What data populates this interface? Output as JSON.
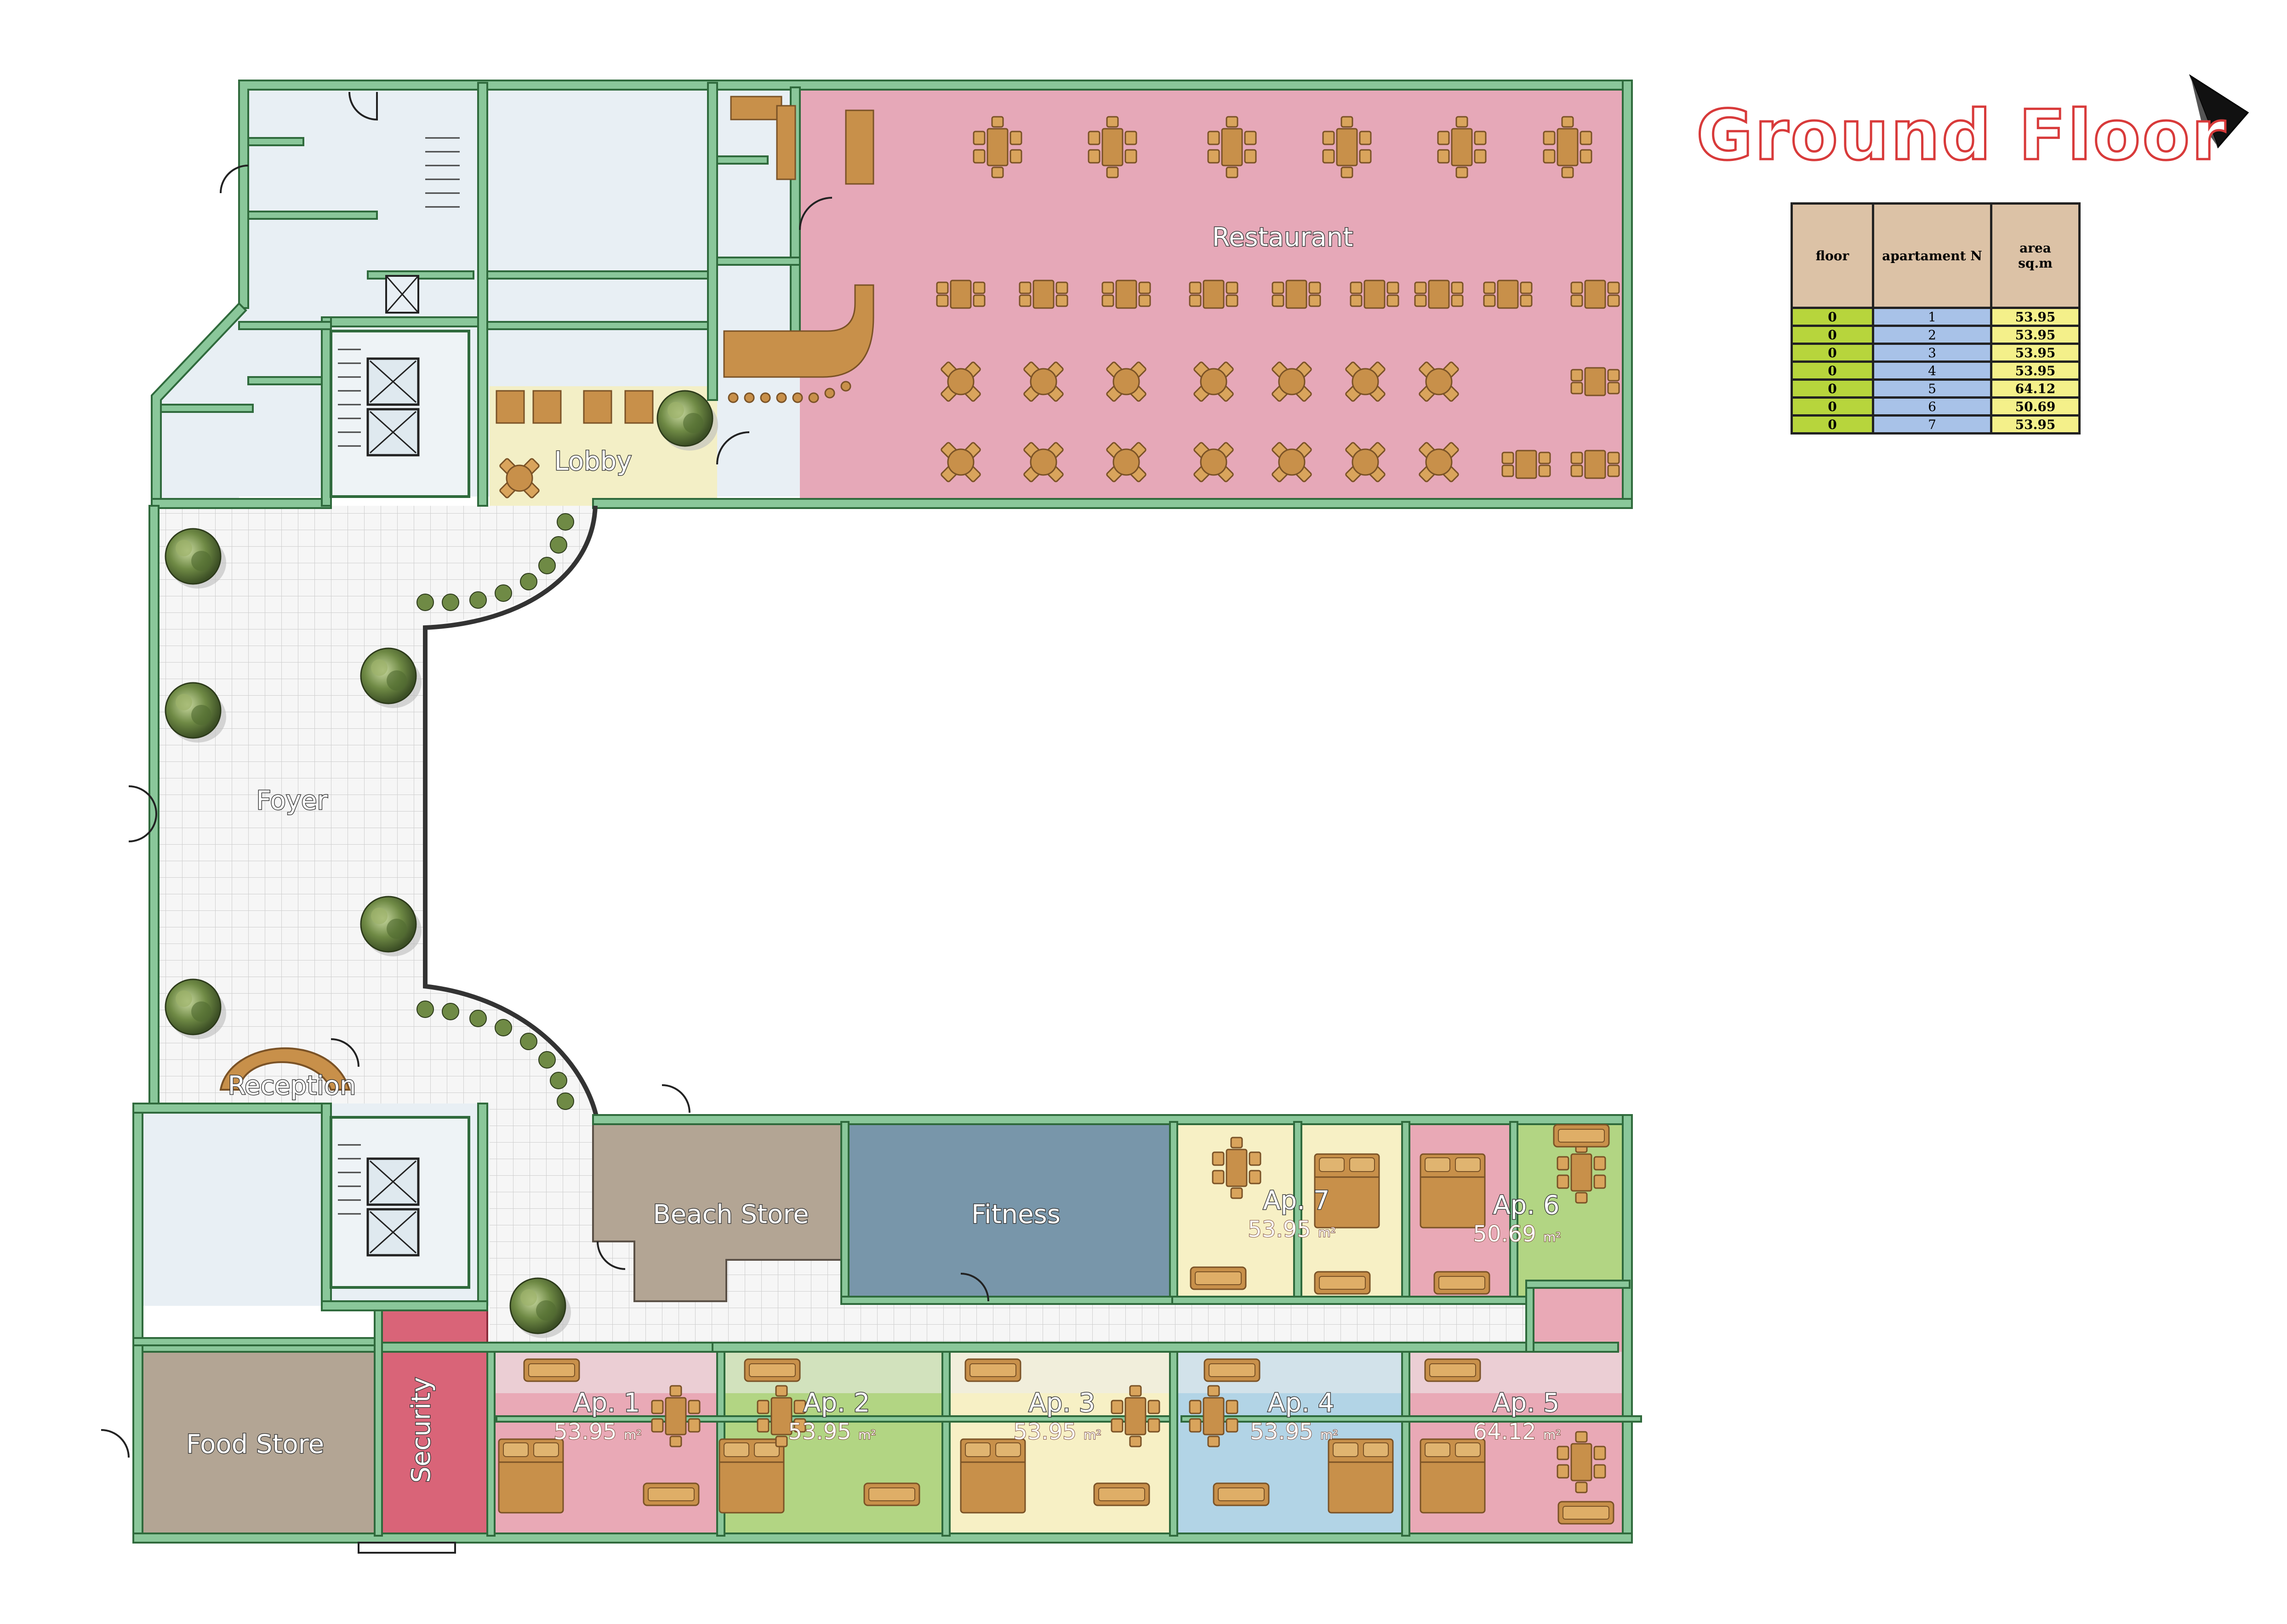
{
  "title": "Ground Floor",
  "colors": {
    "wall": "#8ac79a",
    "service": "#e8eff4",
    "restaurant": "#e6a8b8",
    "lobby": "#f3efc6",
    "courtyard_tile": "#f4f4f4",
    "beach_store": "#b3a594",
    "fitness": "#7896aa",
    "food_store": "#b3a594",
    "security": "#d96478",
    "apt_pink": "#e9a9b6",
    "apt_green": "#b2d583",
    "apt_yellow": "#f7f0c5",
    "apt_blue": "#b2d4e6",
    "furniture": "#c8904a",
    "title_outline": "#d83a3a"
  },
  "rooms": {
    "restaurant": "Restaurant",
    "lobby": "Lobby",
    "foyer": "Foyer",
    "reception": "Reception",
    "beach_store": "Beach Store",
    "fitness": "Fitness",
    "food_store": "Food Store",
    "security": "Security"
  },
  "apartments": [
    {
      "label": "Ap. 1",
      "area": "53.95",
      "unit": "m²"
    },
    {
      "label": "Ap. 2",
      "area": "53.95",
      "unit": "m²"
    },
    {
      "label": "Ap. 3",
      "area": "53.95",
      "unit": "m²"
    },
    {
      "label": "Ap. 4",
      "area": "53.95",
      "unit": "m²"
    },
    {
      "label": "Ap. 5",
      "area": "64.12",
      "unit": "m²"
    },
    {
      "label": "Ap. 6",
      "area": "50.69",
      "unit": "m²"
    },
    {
      "label": "Ap. 7",
      "area": "53.95",
      "unit": "m²"
    }
  ],
  "table": {
    "headers": {
      "floor": "floor",
      "apartment": "apartament N",
      "area_line1": "area",
      "area_line2": "sq.m"
    },
    "rows": [
      {
        "floor": "0",
        "apartment": "1",
        "area": "53.95"
      },
      {
        "floor": "0",
        "apartment": "2",
        "area": "53.95"
      },
      {
        "floor": "0",
        "apartment": "3",
        "area": "53.95"
      },
      {
        "floor": "0",
        "apartment": "4",
        "area": "53.95"
      },
      {
        "floor": "0",
        "apartment": "5",
        "area": "64.12"
      },
      {
        "floor": "0",
        "apartment": "6",
        "area": "50.69"
      },
      {
        "floor": "0",
        "apartment": "7",
        "area": "53.95"
      }
    ]
  },
  "icons": {
    "north_arrow": "north-arrow-icon",
    "tree": "tree-icon"
  }
}
